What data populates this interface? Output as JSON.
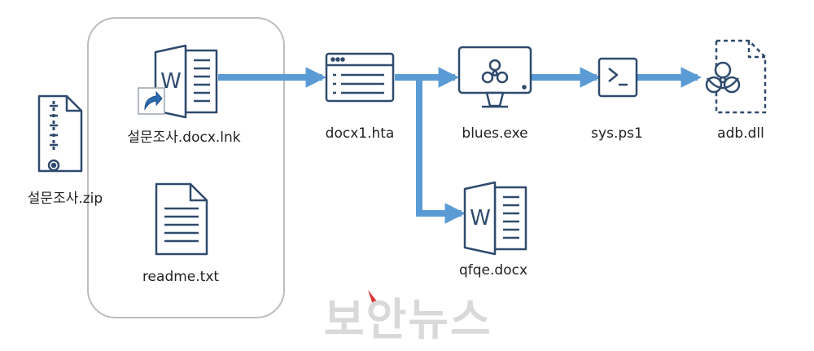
{
  "nodes": {
    "zip": {
      "label": "설문조사.zip",
      "icon": "zip-file-icon"
    },
    "lnk": {
      "label": "설문조사.docx.lnk",
      "icon": "word-shortcut-icon"
    },
    "readme": {
      "label": "readme.txt",
      "icon": "text-file-icon"
    },
    "hta": {
      "label": "docx1.hta",
      "icon": "browser-window-icon"
    },
    "exe": {
      "label": "blues.exe",
      "icon": "monitor-biohazard-icon"
    },
    "ps1": {
      "label": "sys.ps1",
      "icon": "powershell-icon"
    },
    "dll": {
      "label": "adb.dll",
      "icon": "biohazard-file-icon"
    },
    "docx": {
      "label": "qfqe.docx",
      "icon": "word-document-icon"
    }
  },
  "edges": [
    {
      "from": "lnk",
      "to": "hta"
    },
    {
      "from": "hta",
      "to": "exe"
    },
    {
      "from": "hta",
      "to": "docx"
    },
    {
      "from": "exe",
      "to": "ps1"
    },
    {
      "from": "ps1",
      "to": "dll"
    }
  ],
  "watermark": "보안뉴스",
  "colors": {
    "icon_stroke": "#2f4a6d",
    "arrow": "#5b9bd5",
    "group_border": "#bdbdbd"
  }
}
